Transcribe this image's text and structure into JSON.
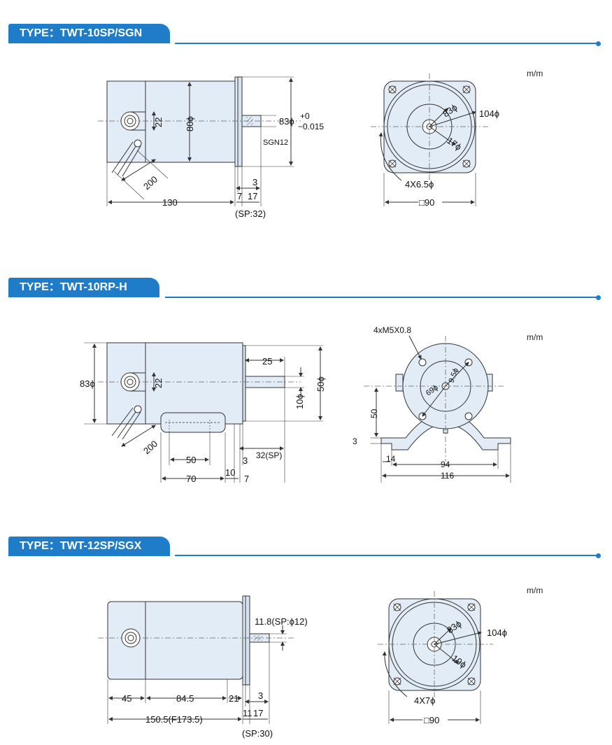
{
  "sections": [
    {
      "title": "TYPE：TWT-10SP/SGN",
      "unit": "m/m",
      "side": {
        "d22": "22",
        "d80": "80ϕ",
        "d83": "83ϕ",
        "tol_plus": "+0",
        "tol_minus": "−0.015",
        "sgn": "SGN12",
        "d200": "200",
        "d130": "130",
        "d7": "7",
        "d17": "17",
        "d3": "3",
        "sp": "(SP:32)"
      },
      "front": {
        "d83": "83ϕ",
        "d104": "104ϕ",
        "d17": "17ϕ",
        "holes": "4X6.5ϕ",
        "sq": "□90"
      }
    },
    {
      "title": "TYPE：TWT-10RP-H",
      "unit": "m/m",
      "side": {
        "d83": "83ϕ",
        "d22": "22",
        "d25": "25",
        "d50phi": "50ϕ",
        "d10phi": "10ϕ",
        "d200": "200",
        "d50": "50",
        "d3": "3",
        "sp": "32(SP)",
        "d70": "70",
        "d10": "10",
        "d7": "7"
      },
      "front": {
        "screw": "4xM5X0.8",
        "d69": "69ϕ",
        "d95": "9.5ϕ",
        "h50": "50",
        "h3": "3",
        "w14": "14",
        "w94": "94",
        "w116": "116"
      }
    },
    {
      "title": "TYPE：TWT-12SP/SGX",
      "unit": "m/m",
      "side": {
        "shaft": "11.8(SP:ϕ12)",
        "d45": "45",
        "d845": "84.5",
        "d21": "21",
        "d3": "3",
        "total": "150.5(F173.5)",
        "d11": "11",
        "d17": "17",
        "sp": "(SP:30)"
      },
      "front": {
        "d83": "83ϕ",
        "d104": "104ϕ",
        "d19": "19ϕ",
        "holes": "4X7ϕ",
        "sq": "□90"
      }
    }
  ]
}
